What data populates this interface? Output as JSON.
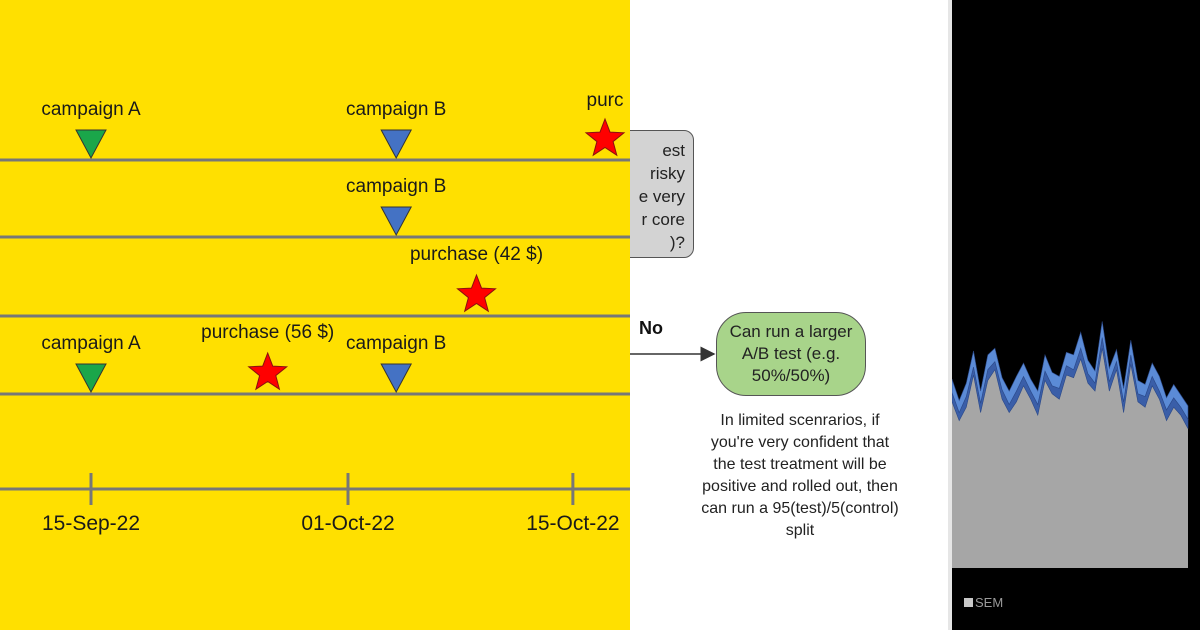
{
  "timeline": {
    "background": "#FFE000",
    "line_color": "#777777",
    "markers": {
      "campaign_a_color": "#1aa64a",
      "campaign_b_color": "#4472c4",
      "purchase_color": "#ff0000"
    },
    "rows": [
      {
        "events": [
          {
            "type": "campaign",
            "label": "campaign A",
            "date": "2022-09-15"
          },
          {
            "type": "campaign",
            "label": "campaign B",
            "date": "2022-10-04"
          },
          {
            "type": "purchase",
            "label": "purc",
            "date": "2022-10-17"
          }
        ]
      },
      {
        "events": [
          {
            "type": "campaign",
            "label": "campaign B",
            "date": "2022-10-04"
          }
        ]
      },
      {
        "events": [
          {
            "type": "purchase",
            "label": "purchase (42 $)",
            "date": "2022-10-09"
          }
        ]
      },
      {
        "events": [
          {
            "type": "campaign",
            "label": "campaign A",
            "date": "2022-09-15"
          },
          {
            "type": "purchase",
            "label": "purchase (56 $)",
            "date": "2022-09-26"
          },
          {
            "type": "campaign",
            "label": "campaign B",
            "date": "2022-10-04"
          }
        ]
      }
    ],
    "ticks": [
      "15-Sep-22",
      "01-Oct-22",
      "15-Oct-22"
    ]
  },
  "flowchart": {
    "top_box_lines": [
      "est",
      "risky",
      "e very",
      "r core",
      ")?"
    ],
    "arrow_label": "No",
    "green_box_lines": [
      "Can run a larger",
      "A/B test (e.g.",
      "50%/50%)"
    ],
    "green_color": "#a8d48a",
    "note_lines": [
      "In limited scenrarios, if",
      "you're very confident that",
      "the test treatment will be",
      "positive and rolled out, then",
      "can run a 95(test)/5(control)",
      "split"
    ]
  },
  "area_chart": {
    "chart_data": {
      "type": "area",
      "series": [
        {
          "name": "SEM",
          "values": [
            0.62,
            0.55,
            0.6,
            0.72,
            0.58,
            0.7,
            0.74,
            0.63,
            0.58,
            0.62,
            0.68,
            0.63,
            0.57,
            0.7,
            0.65,
            0.63,
            0.72,
            0.71,
            0.78,
            0.69,
            0.66,
            0.82,
            0.66,
            0.74,
            0.58,
            0.76,
            0.62,
            0.6,
            0.68,
            0.63,
            0.55,
            0.6,
            0.57,
            0.52
          ]
        },
        {
          "values": [
            0.035,
            0.03,
            0.04,
            0.03,
            0.035,
            0.04,
            0.03,
            0.035,
            0.03,
            0.04,
            0.035,
            0.03,
            0.04,
            0.035,
            0.03,
            0.04,
            0.035,
            0.03,
            0.04,
            0.035,
            0.03,
            0.04,
            0.035,
            0.03,
            0.04,
            0.035,
            0.03,
            0.04,
            0.035,
            0.03,
            0.04,
            0.035,
            0.03,
            0.035
          ]
        },
        {
          "values": [
            0.05,
            0.045,
            0.05,
            0.06,
            0.045,
            0.055,
            0.05,
            0.045,
            0.05,
            0.055,
            0.05,
            0.045,
            0.05,
            0.06,
            0.05,
            0.045,
            0.05,
            0.055,
            0.06,
            0.05,
            0.045,
            0.06,
            0.05,
            0.045,
            0.05,
            0.055,
            0.05,
            0.045,
            0.05,
            0.055,
            0.045,
            0.05,
            0.045,
            0.05
          ]
        }
      ],
      "colors": [
        "#a6a6a6",
        "#3a5ea8",
        "#5b8bd6"
      ],
      "ylim": [
        0,
        1
      ],
      "legend": "bottom-left",
      "legend_label": "SEM"
    }
  }
}
